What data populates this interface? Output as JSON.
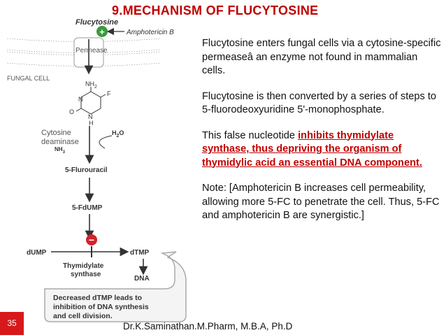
{
  "slide": {
    "title": "9.MECHANISM OF FLUCYTOSINE",
    "number": "35",
    "footer": "Dr.K.Saminathan.M.Pharm, M.B.A, Ph.D"
  },
  "paragraphs": {
    "p1": "Flucytosine enters fungal cells via a cytosine-specific permeaseâ an enzyme not found in mammalian cells.",
    "p2": "Flucytosine is then converted by a series of steps to 5-fluorodeoxyuridine 5'-monophosphate.",
    "p3_plain": "This false nucleotide ",
    "p3_highlight": "inhibits thymidylate synthase, thus depriving the organism of thymidylic acid an essential DNA component.",
    "p4": "Note: [Amphotericin B increases cell permeability, allowing more 5-FC to penetrate the cell. Thus, 5-FC and amphotericin B are synergistic.]"
  },
  "diagram": {
    "flucytosine": "Flucytosine",
    "amphotericin": "Amphotericin B",
    "plus_sign": "+",
    "permease": "Permease",
    "fungal_cell": "FUNGAL CELL",
    "nh2": "NH",
    "nh2_sub": "2",
    "f_atom": "F",
    "n_atom": "N",
    "o_atom": "O",
    "n2_atom": "N",
    "h_atom": "H",
    "deaminase": [
      "Cytosine",
      "deaminase"
    ],
    "h2o": "H",
    "h2o_sub": "2",
    "h2o_o": "O",
    "nh3": "NH",
    "nh3_sub": "3",
    "fu": "5-Flurouracil",
    "fdump": "5-FdUMP",
    "minus_sign": "−",
    "dump": "dUMP",
    "dtmp": "dTMP",
    "synthase": [
      "Thymidylate",
      "synthase"
    ],
    "dna": "DNA",
    "callout": [
      "Decreased dTMP leads to",
      "inhibition of DNA synthesis",
      "and cell division."
    ]
  },
  "colors": {
    "title": "#c00000",
    "green": "#3a9a3a",
    "minus_red": "#d2232a",
    "slide_num_bg": "#d7191c"
  }
}
